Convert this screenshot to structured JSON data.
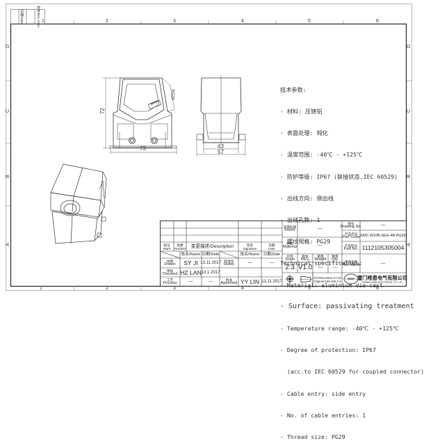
{
  "frame": {
    "zones_top": [
      "1",
      "2",
      "3",
      "4",
      "5",
      "6"
    ],
    "zones_bottom": [
      "1",
      "2",
      "3",
      "4",
      "5",
      "6"
    ],
    "zones_side": [
      "D",
      "C",
      "B",
      "A"
    ],
    "corner_labels": [
      "日期/Date",
      "版本/Rev. Desc"
    ]
  },
  "dimensions": {
    "height": "72",
    "width_front": "73",
    "pg": "PG29",
    "side_inner": "43",
    "side_outer": "57",
    "logo_text": "WAIN"
  },
  "spec": {
    "cn_title": "技术参数:",
    "cn_lines": [
      "- 材料: 压铸铝",
      "- 表面处理: 钝化",
      "- 温度范围: -40℃ - +125℃",
      "- 防护等级: IP67 (联接状态,IEC 60529)",
      "- 出线方向: 侧出线",
      "- 出线孔数: 1",
      "- 螺纹规格: PG29"
    ],
    "en_title": "Technical specification:",
    "en_lines": [
      "- Material: aluminium die-cast",
      "- Surface: passivating treatment",
      "- Temperature range: -40℃ - +125℃",
      "- Degree of protection: IP67",
      "  (acc.to IEC 60529 for coupled connector)",
      "- Cable entry: side entry",
      "- No. of cable entries: 1",
      "- Thread size: PG29"
    ]
  },
  "title_block": {
    "mark_cn": "标记",
    "mark_en": "Mark",
    "number_cn": "处数",
    "number_en": "Number",
    "description": "变更描述/Description",
    "signature_cn": "签名",
    "signature_en": "Signature",
    "date_cn": "日期",
    "date_en": "Date",
    "name_header": "姓名/Name",
    "date_header": "日期/Date",
    "name_header2": "姓名/Name",
    "date_header2": "日期/Date",
    "drawn_cn": "绘图",
    "drawn_en": "Drawn",
    "drawn_name": "SY JI",
    "drawn_date": "13.11.2017",
    "stand_cn": "标准化",
    "stand_en": "Stand.",
    "stand_name": "—",
    "stand_date": "—",
    "checked_cn": "审核",
    "checked_en": "Checked",
    "checked_name": "HZ LAN",
    "checked_date": "13.1.2017",
    "process_cn": "工艺",
    "process_en": "Process",
    "process_name": "—",
    "process_date": "—",
    "approved_cn": "批准",
    "approved_en": "Approved",
    "approved_name": "YY LIN",
    "approved_date": "13.11.2017",
    "finish_cn": "表面处理",
    "finish_en": "Finish",
    "finish_value": "—",
    "material_cn": "材料",
    "material_en": "Material",
    "material_value": "—",
    "scale_cn": "比例",
    "scale_en": "Scale",
    "scale_value": "2:3",
    "rev_cn": "版本",
    "rev_en": "REV.",
    "rev_value": "V1.0",
    "weight_cn": "重量",
    "weight_en": "Weight",
    "weight_value": "—",
    "qty_cn": "数量",
    "qty_en": "Qty.",
    "qty_value": "—",
    "dimensions_note_1": "All Dimensions in mm",
    "dimensions_note_2": "Original Size DIN A 4",
    "drawing_no_cn": "图号",
    "drawing_no_en": "Drawing No.",
    "drawing_no_value": "—",
    "part_code_cn": "产品代号",
    "part_code_en": "Part Code",
    "part_code_value": "EMC.W10B-SEH-4B-PG29",
    "part_no_cn": "产品料号",
    "part_no_en": "Part No.",
    "part_no_value": "1112105305004",
    "part_name_cn": "产品名称",
    "part_name_en": "Part Name",
    "part_name_value": "—",
    "company_cn": "厦门唯恩电气有限公司",
    "company_en": "XIAMEN WAIN ELECTRICAL CO.,LTD.",
    "company_logo": "WAIN"
  }
}
